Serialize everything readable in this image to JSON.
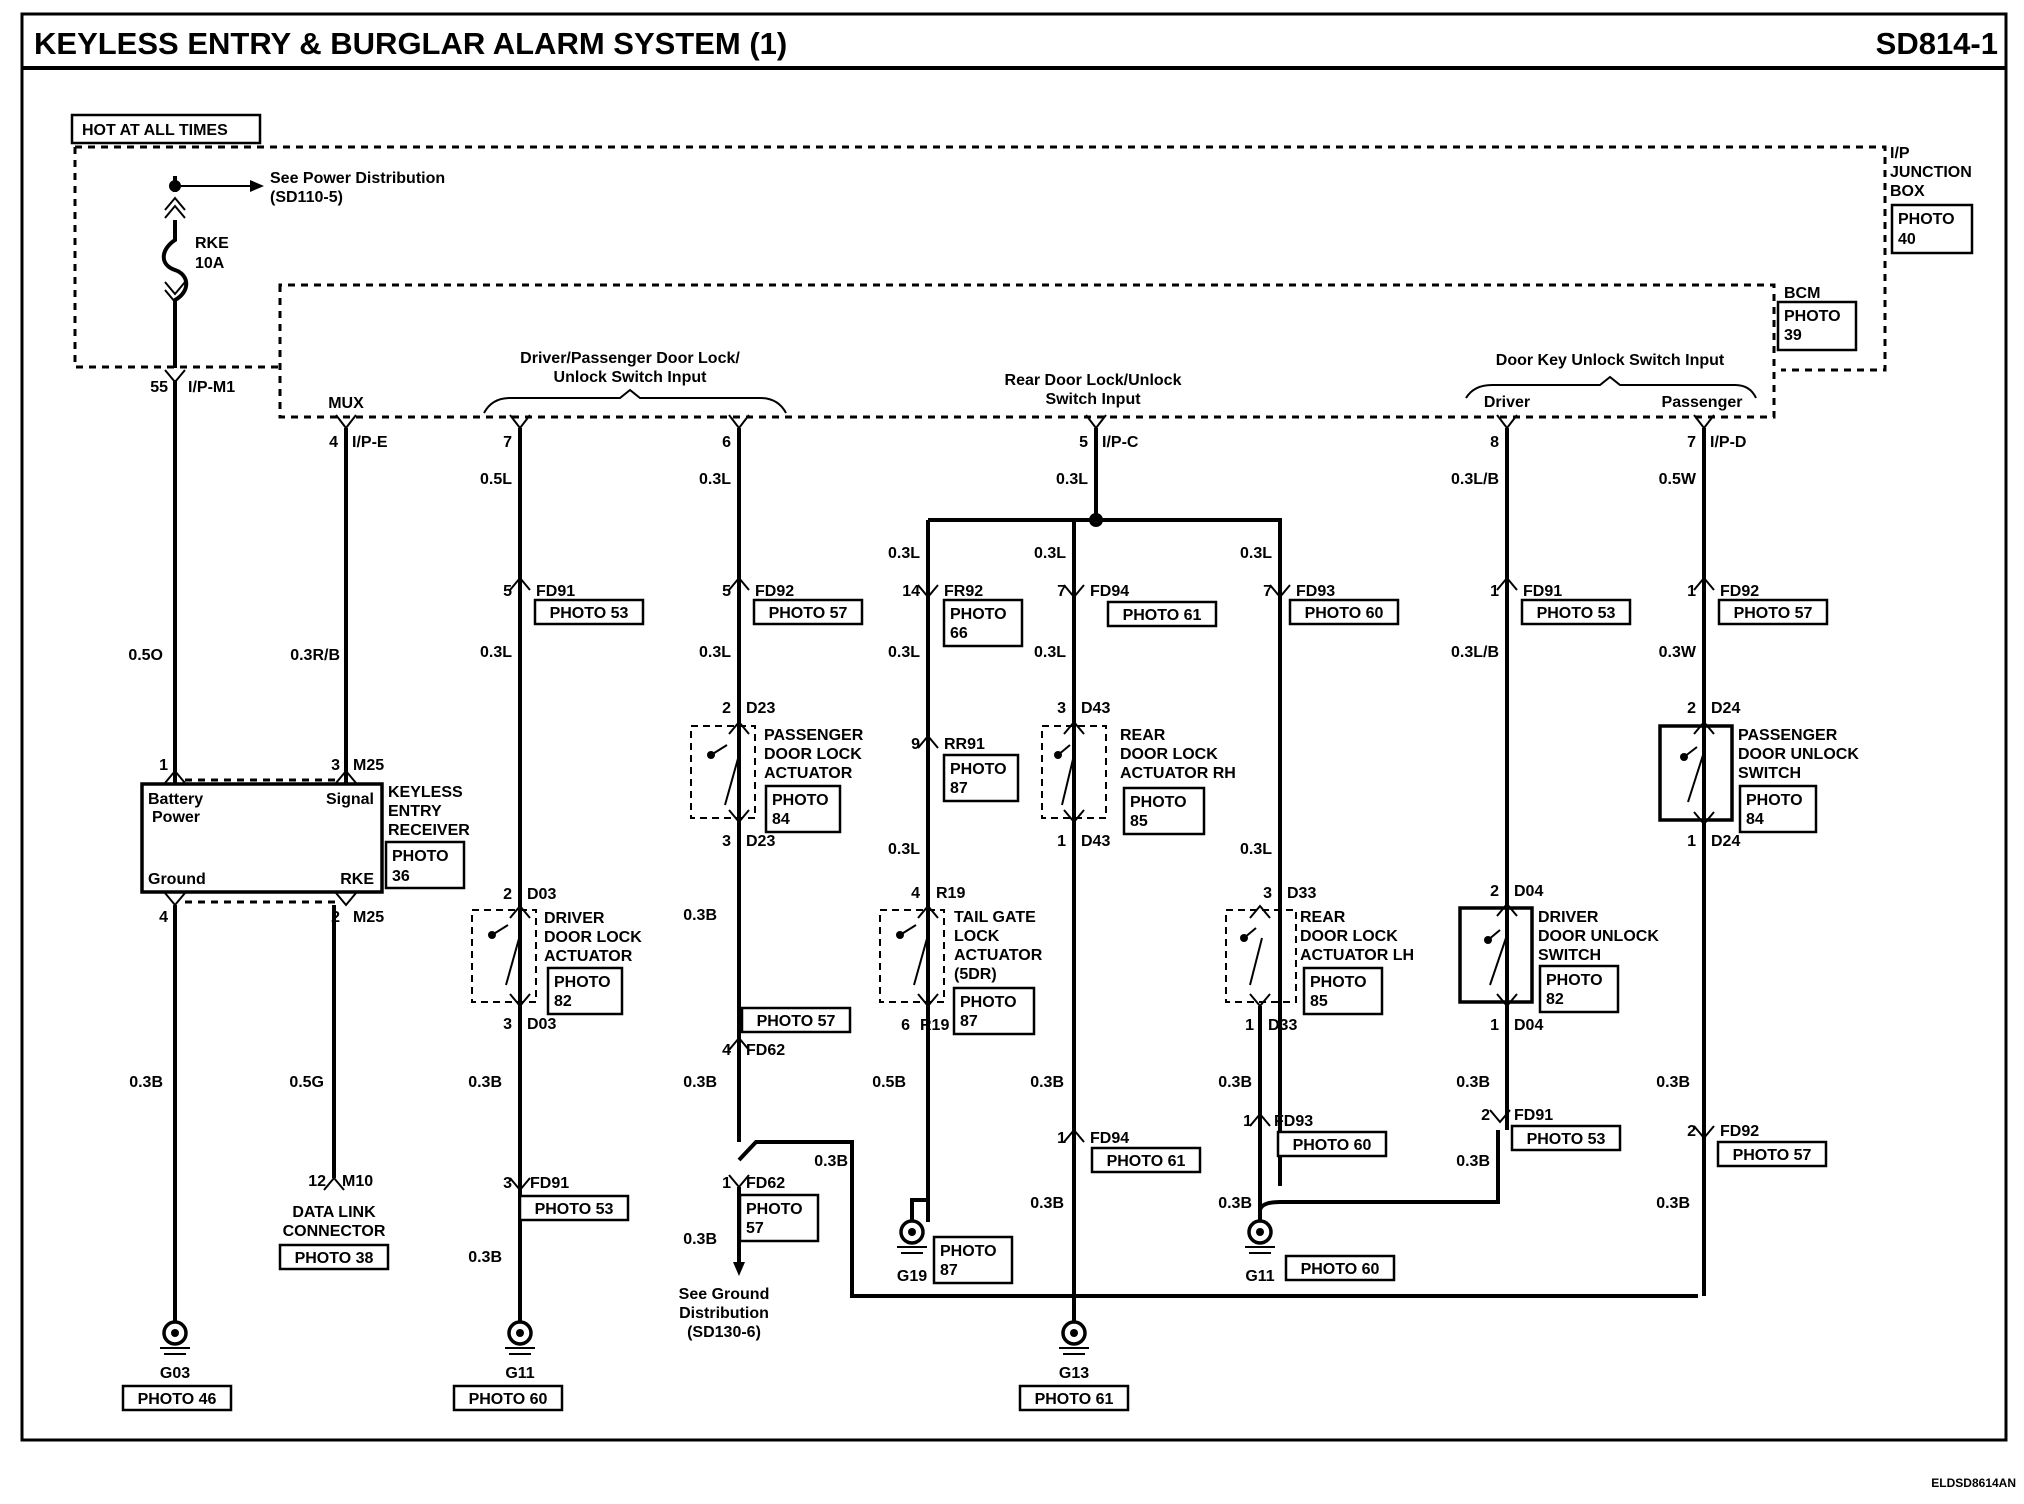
{
  "header": {
    "title": "KEYLESS ENTRY & BURGLAR ALARM SYSTEM (1)",
    "page_code": "SD814-1"
  },
  "footer_code": "ELDSD8614AN",
  "power": {
    "hot_label": "HOT AT ALL TIMES",
    "see_power_line1": "See Power Distribution",
    "see_power_line2": "(SD110-5)",
    "fuse_name": "RKE",
    "fuse_rating": "10A",
    "ip_box_l1": "I/P",
    "ip_box_l2": "JUNCTION",
    "ip_box_l3": "BOX",
    "ip_photo": "PHOTO",
    "ip_photo_no": "40"
  },
  "bcm": {
    "label": "BCM",
    "photo": "PHOTO",
    "photo_no": "39"
  },
  "section_labels": {
    "dp_switch_l1": "Driver/Passenger Door Lock/",
    "dp_switch_l2": "Unlock Switch Input",
    "rear_l1": "Rear Door Lock/Unlock",
    "rear_l2": "Switch Input",
    "key_unlock": "Door Key Unlock Switch Input",
    "driver": "Driver",
    "passenger": "Passenger"
  },
  "pins": {
    "p55": "55",
    "ipm1": "I/P-M1",
    "mux": "MUX",
    "p4": "4",
    "ipe": "I/P-E",
    "p7a": "7",
    "p6": "6",
    "p5": "5",
    "ipc": "I/P-C",
    "p8": "8",
    "p7b": "7",
    "ipd": "I/P-D"
  },
  "wires": {
    "w_05o": "0.5O",
    "w_03rb": "0.3R/B",
    "w_05l": "0.5L",
    "w_03l": "0.3L",
    "w_03lb": "0.3L/B",
    "w_05w": "0.5W",
    "w_03w": "0.3W",
    "w_03b": "0.3B",
    "w_05g": "0.5G",
    "w_05b": "0.5B"
  },
  "connectors": {
    "fd91": "FD91",
    "fd92": "FD92",
    "fd94": "FD94",
    "fd93": "FD93",
    "fr92": "FR92",
    "rr91": "RR91",
    "r19": "R19",
    "d23": "D23",
    "d43": "D43",
    "d03": "D03",
    "d33": "D33",
    "d04": "D04",
    "d24": "D24",
    "fd62": "FD62",
    "m25": "M25",
    "m10": "M10"
  },
  "photos": {
    "p53": "PHOTO 53",
    "p57": "PHOTO 57",
    "p61": "PHOTO 61",
    "p60": "PHOTO 60",
    "p46": "PHOTO 46",
    "p38": "PHOTO 38",
    "photo": "PHOTO",
    "n66": "66",
    "n87": "87",
    "n84": "84",
    "n85": "85",
    "n82": "82",
    "n36": "36",
    "n57": "57"
  },
  "nums": {
    "n1": "1",
    "n2": "2",
    "n3": "3",
    "n4": "4",
    "n5": "5",
    "n6": "6",
    "n7": "7",
    "n9": "9",
    "n12": "12",
    "n14": "14"
  },
  "receiver": {
    "battery_l1": "Battery",
    "battery_l2": "Power",
    "signal": "Signal",
    "ground": "Ground",
    "rke": "RKE",
    "name_l1": "KEYLESS",
    "name_l2": "ENTRY",
    "name_l3": "RECEIVER"
  },
  "components": {
    "pass_act_l1": "PASSENGER",
    "pass_act_l2": "DOOR LOCK",
    "pass_act_l3": "ACTUATOR",
    "rear_rh_l1": "REAR",
    "rear_rh_l2": "DOOR LOCK",
    "rear_rh_l3": "ACTUATOR RH",
    "pass_sw_l1": "PASSENGER",
    "pass_sw_l2": "DOOR UNLOCK",
    "pass_sw_l3": "SWITCH",
    "drv_act_l1": "DRIVER",
    "drv_act_l2": "DOOR LOCK",
    "drv_act_l3": "ACTUATOR",
    "tail_l1": "TAIL GATE",
    "tail_l2": "LOCK",
    "tail_l3": "ACTUATOR",
    "tail_l4": "(5DR)",
    "rear_lh_l1": "REAR",
    "rear_lh_l2": "DOOR LOCK",
    "rear_lh_l3": "ACTUATOR LH",
    "drv_sw_l1": "DRIVER",
    "drv_sw_l2": "DOOR UNLOCK",
    "drv_sw_l3": "SWITCH",
    "dlc_l1": "DATA LINK",
    "dlc_l2": "CONNECTOR",
    "see_gnd_l1": "See Ground",
    "see_gnd_l2": "Distribution",
    "see_gnd_l3": "(SD130-6)"
  },
  "grounds": {
    "g03": "G03",
    "g11": "G11",
    "g13": "G13",
    "g19": "G19"
  }
}
